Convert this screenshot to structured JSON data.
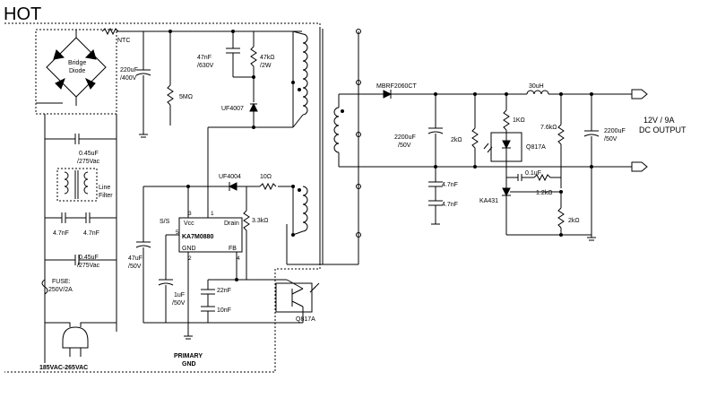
{
  "title": "HOT",
  "labels": {
    "ntc": "NTC",
    "bridge_line1": "Bridge",
    "bridge_line2": "Diode",
    "c_bulk_1": "220uF",
    "c_bulk_2": "/400V",
    "r_start": "5MΩ",
    "c_snub_1": "47nF",
    "c_snub_2": "/630V",
    "r_snub_1": "47kΩ",
    "r_snub_2": "/2W",
    "d_snub": "UF4007",
    "c_x1_1": "0.45uF",
    "c_x1_2": "/275Vac",
    "filter_1": "Line",
    "filter_2": "Filter",
    "c_y1": "4.7nF",
    "c_y2": "4.7nF",
    "c_x2_1": "0.45uF",
    "c_x2_2": "/275Vac",
    "fuse_1": "FUSE:",
    "fuse_2": "250V/2A",
    "input": "185VAC-265VAC",
    "d_vcc": "UF4004",
    "r_vcc": "10Ω",
    "ic_name": "KA7M0880",
    "pin_vcc": "Vcc",
    "pin_drain": "Drain",
    "pin_gnd": "GND",
    "pin_fb": "FB",
    "pin_num_3": "3",
    "pin_num_1": "1",
    "pin_num_5": "5",
    "pin_num_2": "2",
    "pin_num_4": "4",
    "ss": "S/S",
    "r_fb": "3.3kΩ",
    "c_vcc_1": "47uF",
    "c_vcc_2": "/50V",
    "c_ss_1": "1uF",
    "c_ss_2": "/50V",
    "c_fb1": "22nF",
    "c_fb2": "10nF",
    "opto_pri": "Q817A",
    "primary_gnd_1": "PRIMARY",
    "primary_gnd_2": "GND",
    "d_out": "MBRF2060CT",
    "l_out": "30uH",
    "c_out1_1": "2200uF",
    "c_out1_2": "/50V",
    "r_2k_a": "2kΩ",
    "r_1k": "1KΩ",
    "opto_sec": "Q817A",
    "r_7k6": "7.6kΩ",
    "c_out2_1": "2200uF",
    "c_out2_2": "/50V",
    "output_1": "12V / 9A",
    "output_2": "DC OUTPUT",
    "c_ycap_1": "4.7nF",
    "c_ycap_2": "4.7nF",
    "c_comp": "0.1uF",
    "r_comp": "1.2kΩ",
    "tl431": "KA431",
    "r_2k_b": "2kΩ"
  }
}
